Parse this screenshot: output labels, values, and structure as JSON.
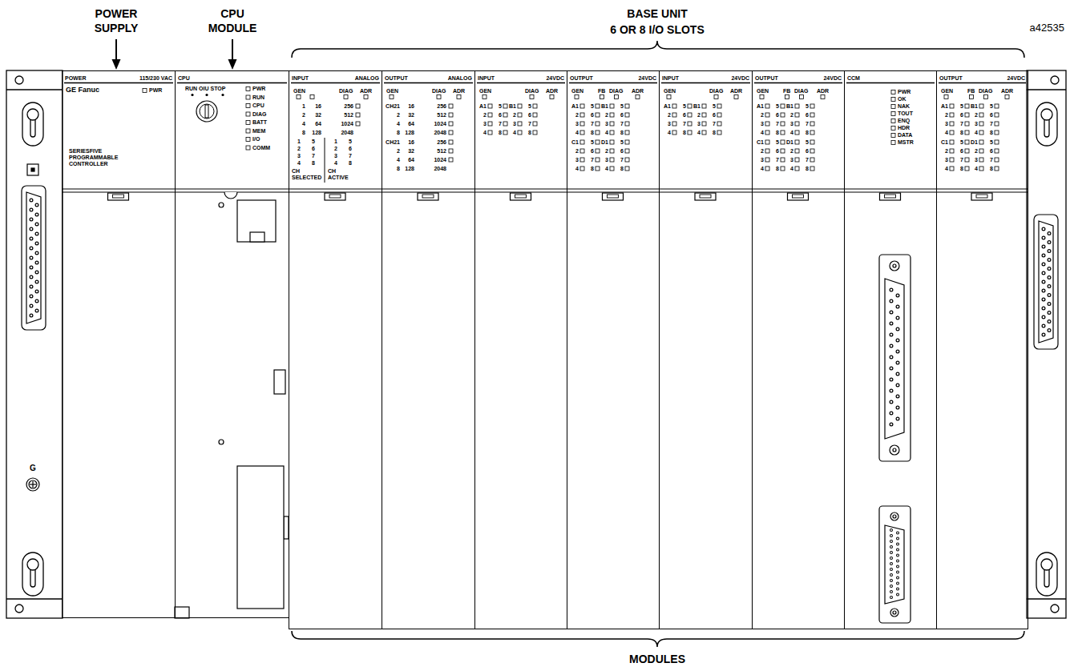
{
  "diagram": {
    "nodes": [
      {
        "text": [
          "POWER",
          "115/230 VAC",
          "GE Fanuc",
          "PWR",
          "SERIESFIVE PROGRAMMABLE CONTROLLER"
        ]
      },
      {
        "text": [
          "CPU",
          "RUN OIU STOP",
          "PWR",
          "RUN",
          "CPU",
          "DIAG",
          "BATT",
          "MEM",
          "I/O",
          "COMM"
        ]
      },
      {
        "text": [
          "INPUT",
          "ANALOG",
          "GEN",
          "DIAG",
          "ADR",
          "1",
          "16",
          "256",
          "2",
          "32",
          "512",
          "4",
          "64",
          "1024",
          "8",
          "128",
          "2048",
          "1",
          "5",
          "1",
          "5",
          "2",
          "6",
          "2",
          "6",
          "3",
          "7",
          "3",
          "7",
          "4",
          "8",
          "4",
          "8",
          "CH SELECTED",
          "CH ACTIVE"
        ]
      },
      {
        "text": [
          "OUTPUT",
          "ANALOG",
          "GEN",
          "DIAG",
          "ADR",
          "CH21",
          "16",
          "256",
          "2",
          "32",
          "512",
          "4",
          "64",
          "1024",
          "8",
          "128",
          "2048",
          "CH21",
          "16",
          "256",
          "2",
          "32",
          "512",
          "4",
          "64",
          "1024",
          "8",
          "128",
          "2048"
        ]
      },
      {
        "text": [
          "INPUT",
          "24VDC",
          "GEN",
          "DIAG",
          "ADR",
          "A1",
          "5",
          "B1",
          "5",
          "2",
          "6",
          "2",
          "6",
          "3",
          "7",
          "3",
          "7",
          "4",
          "8",
          "4",
          "8"
        ]
      },
      {
        "text": [
          "OUTPUT",
          "24VDC",
          "GEN",
          "FB",
          "DIAG",
          "ADR",
          "A1",
          "5",
          "B1",
          "5",
          "2",
          "6",
          "2",
          "6",
          "3",
          "7",
          "3",
          "7",
          "4",
          "8",
          "4",
          "8",
          "C1",
          "5",
          "D1",
          "5",
          "2",
          "6",
          "2",
          "6",
          "3",
          "7",
          "3",
          "7",
          "4",
          "8",
          "4",
          "8"
        ]
      },
      {
        "text": [
          "INPUT",
          "24VDC",
          "GEN",
          "DIAG",
          "ADR",
          "A1",
          "5",
          "B1",
          "5",
          "2",
          "6",
          "2",
          "6",
          "3",
          "7",
          "3",
          "7",
          "4",
          "8",
          "4",
          "8"
        ]
      },
      {
        "text": [
          "OUTPUT",
          "24VDC",
          "GEN",
          "FB",
          "DIAG",
          "ADR",
          "A1",
          "5",
          "B1",
          "5",
          "2",
          "6",
          "2",
          "6",
          "3",
          "7",
          "3",
          "7",
          "4",
          "8",
          "4",
          "8",
          "C1",
          "5",
          "D1",
          "5",
          "2",
          "6",
          "2",
          "6",
          "3",
          "7",
          "3",
          "7",
          "4",
          "8",
          "4",
          "8"
        ]
      },
      {
        "text": [
          "CCM",
          "PWR",
          "OK",
          "NAK",
          "TOUT",
          "ENQ",
          "HDR",
          "DATA",
          "MSTR"
        ]
      },
      {
        "text": [
          "OUTPUT",
          "24VDC",
          "GEN",
          "FB",
          "DIAG",
          "ADR",
          "A1",
          "5",
          "B1",
          "5",
          "2",
          "6",
          "2",
          "6",
          "3",
          "7",
          "3",
          "7",
          "4",
          "8",
          "4",
          "8",
          "C1",
          "5",
          "D1",
          "5",
          "2",
          "6",
          "2",
          "6",
          "3",
          "7",
          "3",
          "7",
          "4",
          "8",
          "4",
          "8"
        ]
      }
    ],
    "labels": [
      "POWER SUPPLY",
      "CPU MODULE",
      "BASE UNIT",
      "6 OR 8 I/O SLOTS",
      "a42535",
      "G",
      "MODULES"
    ]
  }
}
